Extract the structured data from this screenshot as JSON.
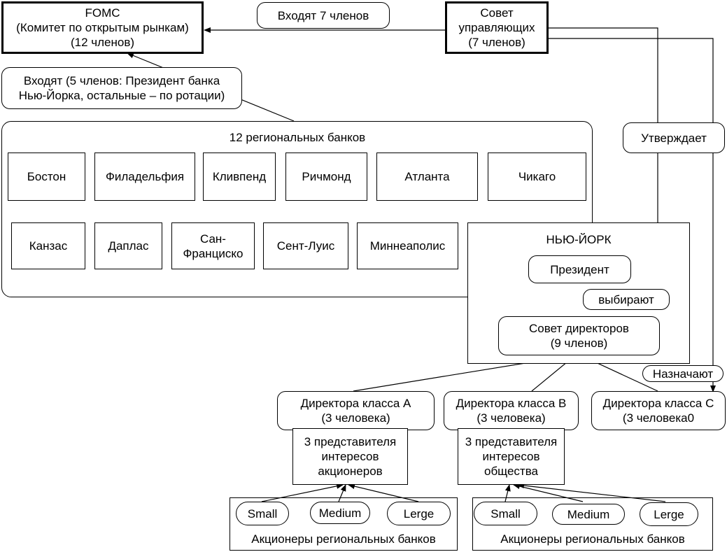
{
  "fomc": {
    "text": "FOMC\n(Комитет по открытым рынкам)\n(12 членов)"
  },
  "board": {
    "text": "Совет управляющих\n(7 членов)"
  },
  "enter7": {
    "text": "Входят 7 членов"
  },
  "enter5": {
    "text": "Входят (5 членов: Президент банка\nНью-Йорка, остальные – по ротации)"
  },
  "approves": {
    "text": "Утверждает"
  },
  "regional": {
    "title": "12 региональных банков",
    "banks": [
      "Бостон",
      "Филадельфия",
      "Кливпенд",
      "Ричмонд",
      "Атланта",
      "Чикаго",
      "Канзас",
      "Даплас",
      "Сан-\nФранциско",
      "Сент-Луис",
      "Миннеаполис"
    ]
  },
  "ny": {
    "title": "НЬЮ-ЙОРК",
    "president": "Президент",
    "elect": "выбирают",
    "directors": "Совет директоров\n(9 членов)"
  },
  "appoint": {
    "text": "Назначают"
  },
  "classA": {
    "text": "Директора класса A\n(3 человека)"
  },
  "classB": {
    "text": "Директора класса B\n(3 человека)"
  },
  "classC": {
    "text": "Директора класса C\n(3 человека0"
  },
  "repsA": {
    "text": "3 представителя\nинтересов\nакционеров"
  },
  "repsB": {
    "text": "3 представителя\nинтересов\nобщества"
  },
  "shareholdersA": {
    "label": "Акционеры региональных банков",
    "small": "Small",
    "medium": "Medium",
    "large": "Lerge"
  },
  "shareholdersB": {
    "label": "Акционеры региональных банков",
    "small": "Small",
    "medium": "Medium",
    "large": "Lerge"
  }
}
